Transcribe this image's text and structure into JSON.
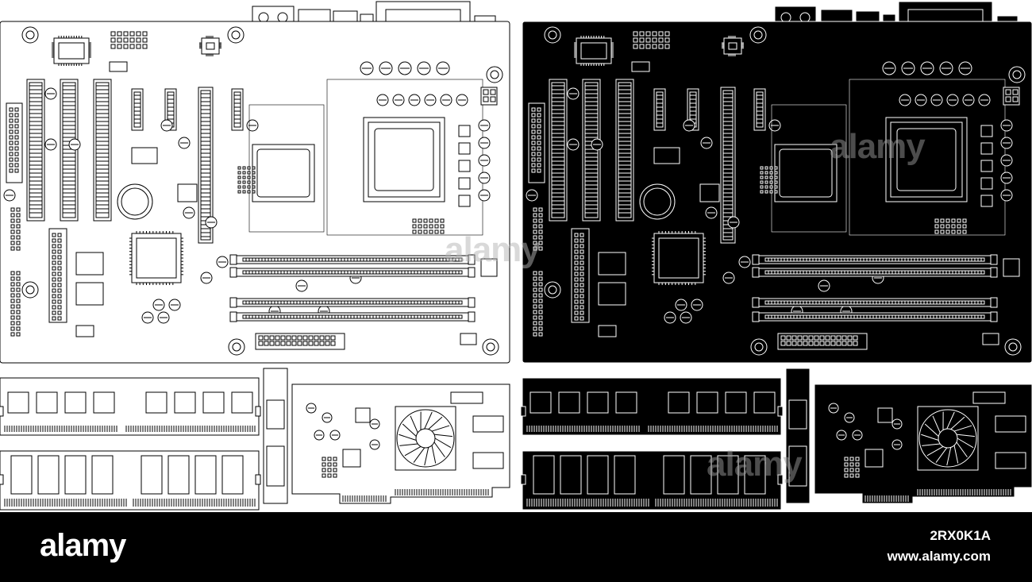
{
  "footer": {
    "brand": "alamy",
    "image_code": "2RX0K1A",
    "url": "www.alamy.com"
  },
  "watermark": {
    "text": "alamy"
  },
  "colors": {
    "footer_bg": "#000000",
    "ink": "#000000",
    "paper": "#ffffff"
  },
  "variants": [
    {
      "name": "outline",
      "stroke": "#000000",
      "fill": "#ffffff"
    },
    {
      "name": "inverted",
      "stroke": "#ffffff",
      "fill": "#000000"
    }
  ]
}
